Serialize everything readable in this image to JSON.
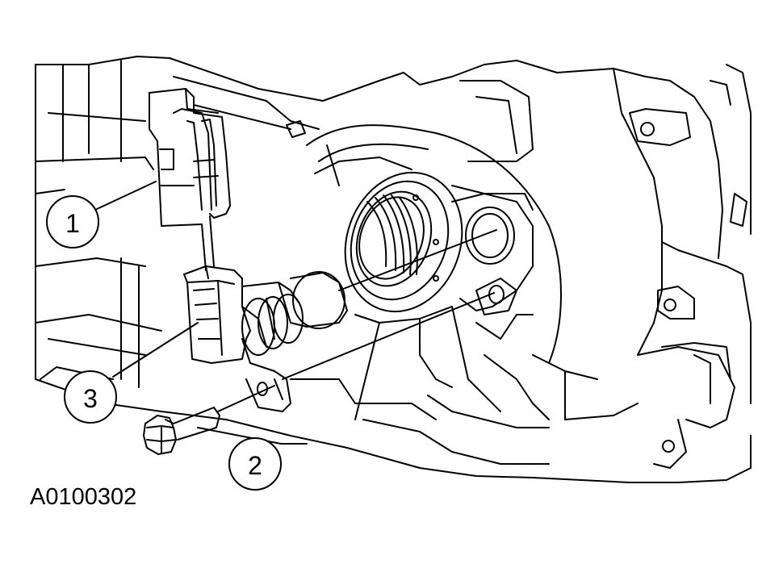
{
  "figure": {
    "id_label": "A0100302",
    "callouts": [
      {
        "number": "1"
      },
      {
        "number": "2"
      },
      {
        "number": "3"
      }
    ],
    "colors": {
      "line": "#000000",
      "background": "#ffffff"
    }
  }
}
